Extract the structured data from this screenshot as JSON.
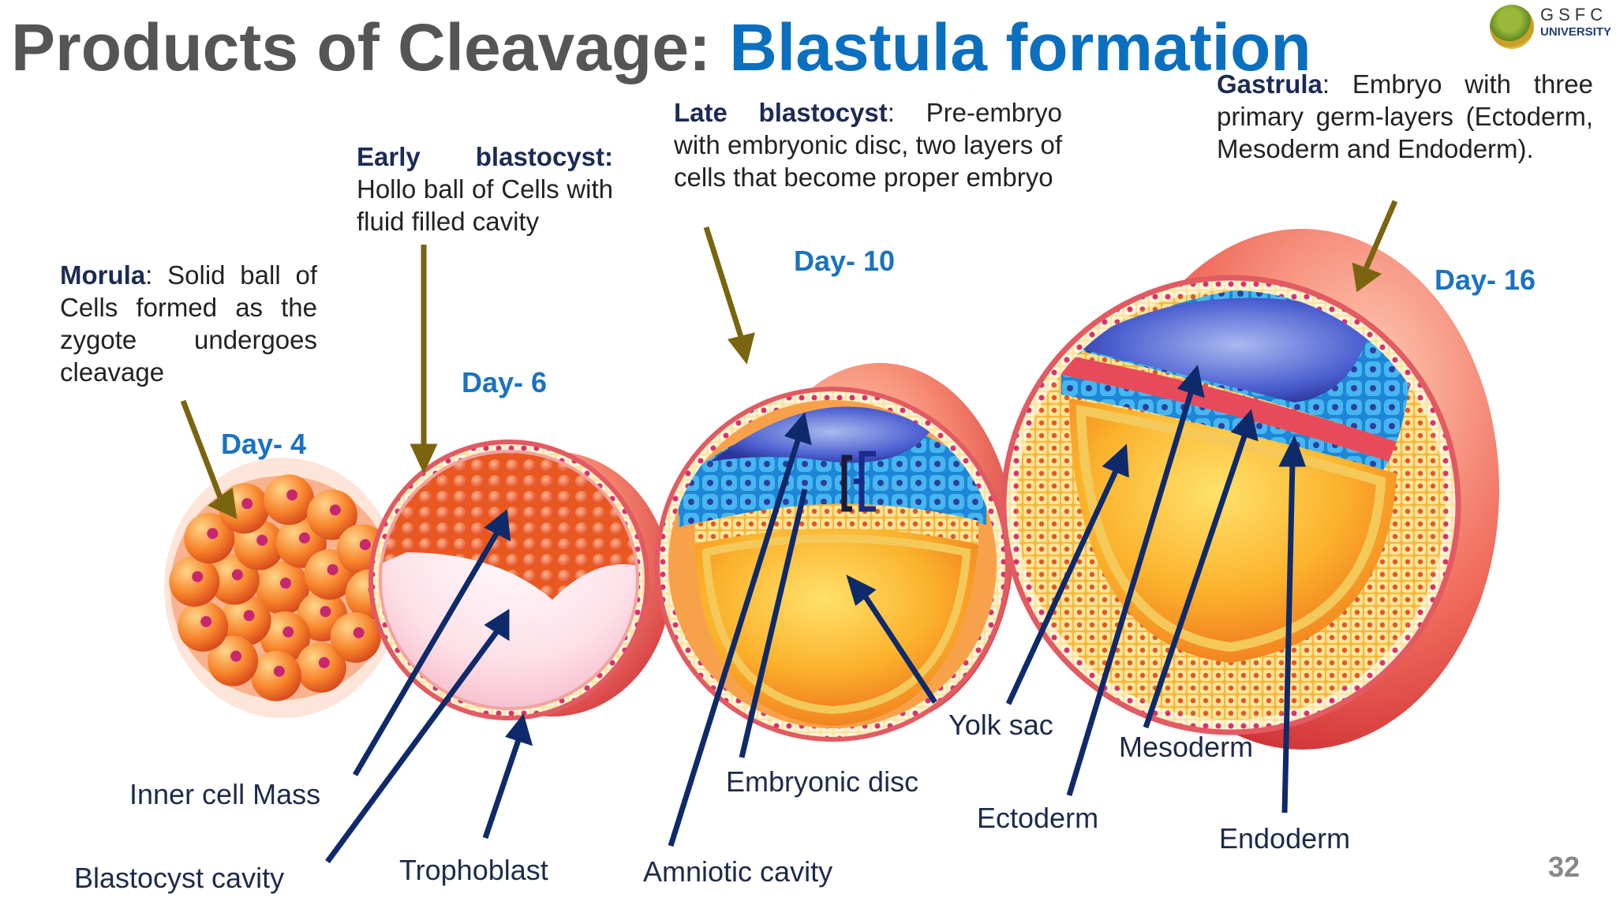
{
  "title": {
    "main": "Products of Cleavage: ",
    "highlight": "Blastula formation"
  },
  "logo": {
    "name": "GSFC",
    "sub": "UNIVERSITY",
    "tagline": ""
  },
  "descriptions": {
    "morula": {
      "term": "Morula",
      "text": ": Solid ball of Cells formed as the zygote undergoes cleavage"
    },
    "early": {
      "term": "Early blastocyst:",
      "text": " Hollo ball of Cells with fluid filled cavity"
    },
    "late": {
      "term": "Late blastocyst",
      "text": ": Pre-embryo with embryonic disc, two layers of cells that become proper embryo"
    },
    "gastrula": {
      "term": "Gastrula",
      "text": ": Embryo with three primary germ-layers (Ectoderm, Mesoderm and Endoderm)."
    }
  },
  "days": {
    "d4": "Day- 4",
    "d6": "Day- 6",
    "d10": "Day- 10",
    "d16": "Day- 16"
  },
  "labels": {
    "inner_cell_mass": "Inner cell Mass",
    "blastocyst_cavity": "Blastocyst cavity",
    "trophoblast": "Trophoblast",
    "amniotic_cavity": "Amniotic cavity",
    "embryonic_disc": "Embryonic disc",
    "yolk_sac": "Yolk sac",
    "ectoderm": "Ectoderm",
    "mesoderm": "Mesoderm",
    "endoderm": "Endoderm"
  },
  "page_number": "32",
  "colors": {
    "title_gray": "#555555",
    "title_blue": "#0b6fbf",
    "day_blue": "#1a72c1",
    "pointer_olive": "#7a6410",
    "pointer_navy": "#0f2a6b"
  }
}
